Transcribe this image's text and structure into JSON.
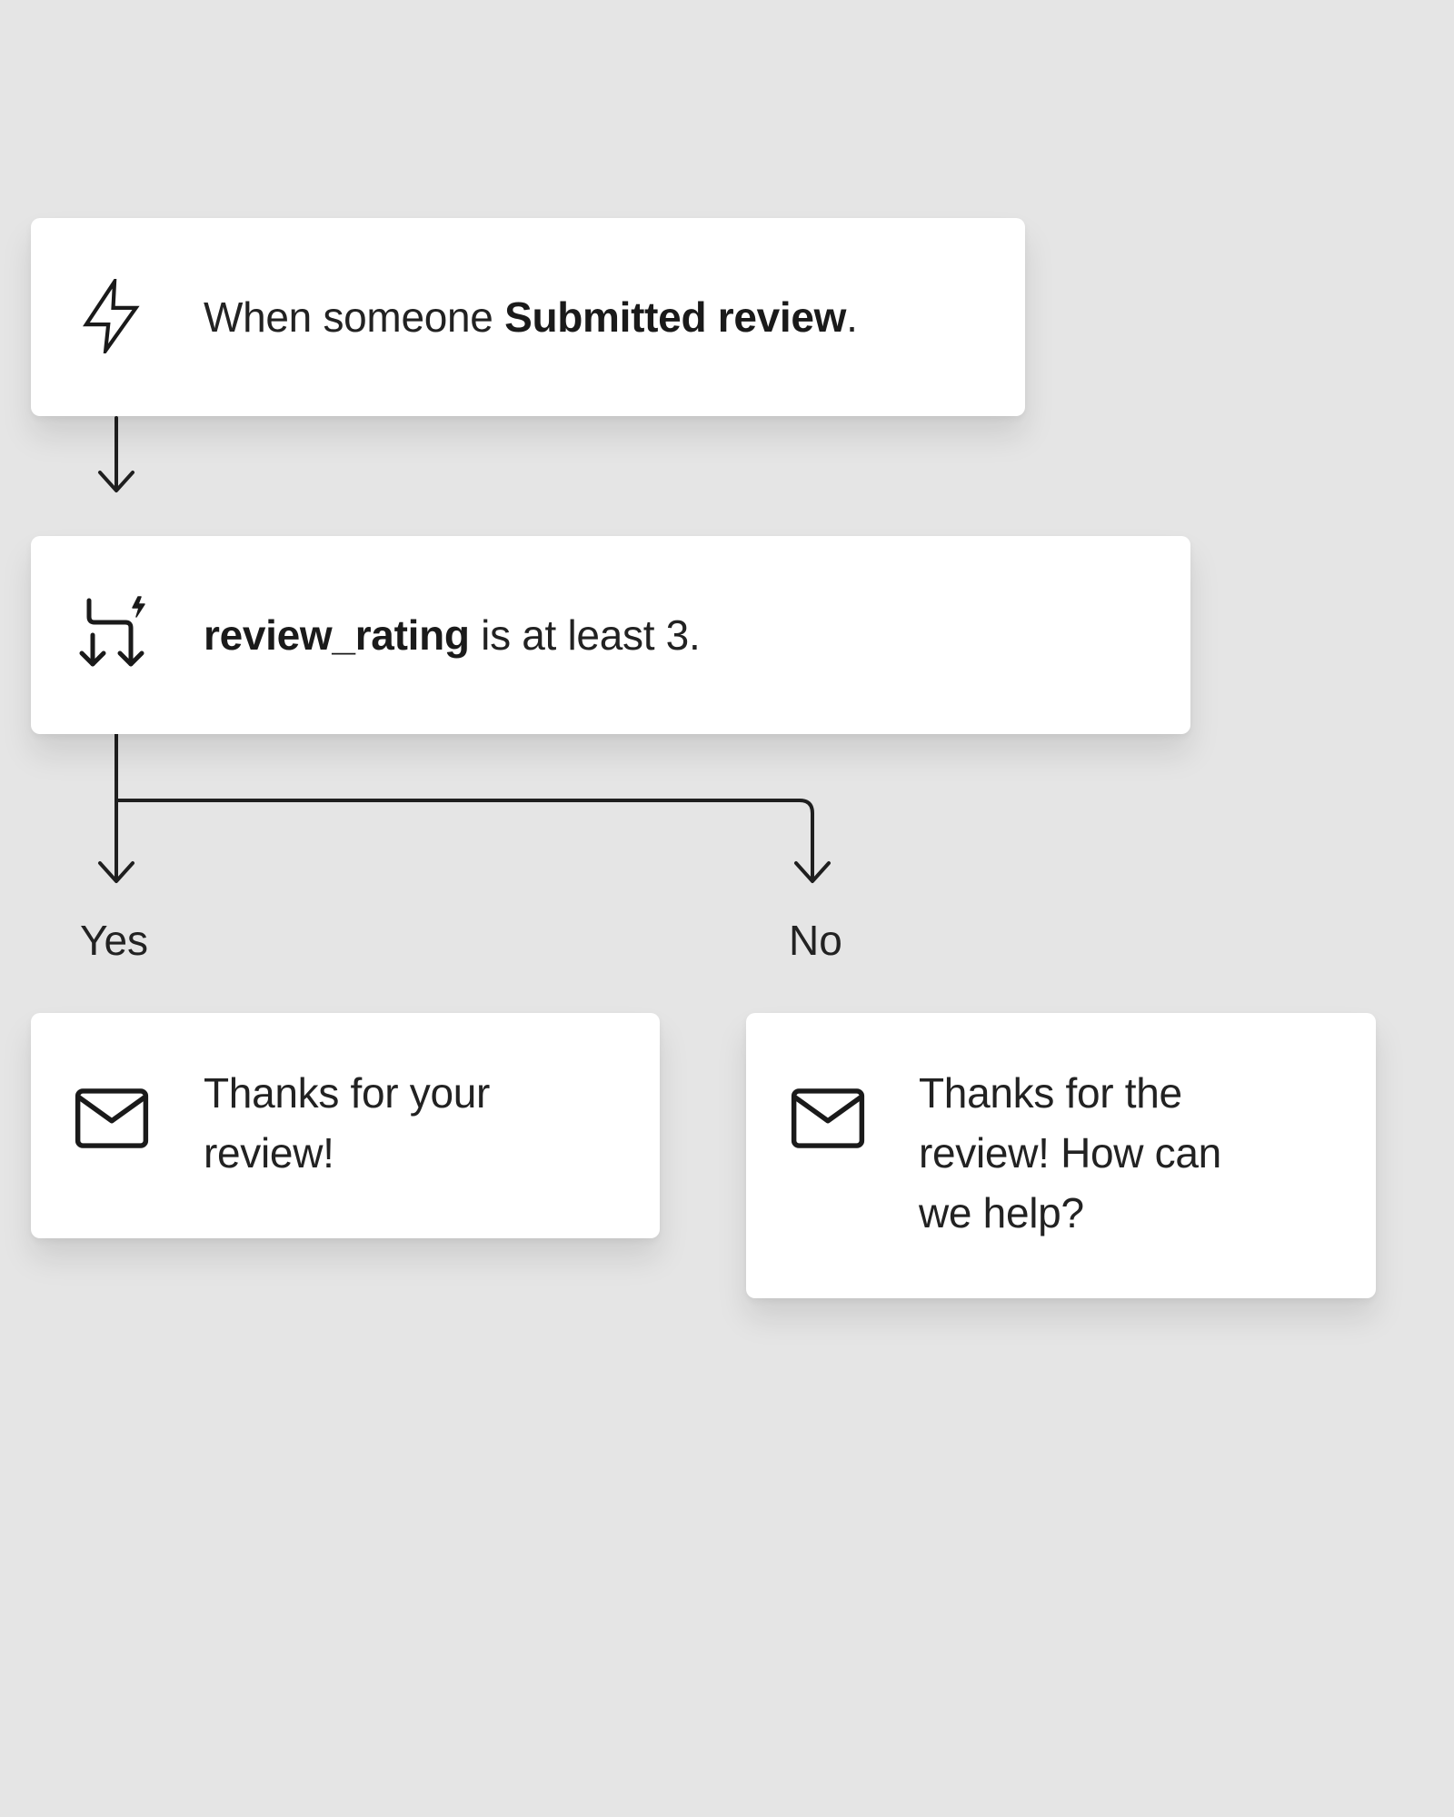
{
  "trigger": {
    "icon": "lightning-icon",
    "prefix": "When someone ",
    "event": "Submitted review",
    "suffix": "."
  },
  "condition": {
    "icon": "conditional-split-icon",
    "property": "review_rating",
    "rule": " is at least 3."
  },
  "branches": {
    "yes": {
      "label": "Yes",
      "icon": "email-icon",
      "message_line1": "Thanks for your",
      "message_line2": "review!"
    },
    "no": {
      "label": "No",
      "icon": "email-icon",
      "message_line1": "Thanks for the",
      "message_line2": "review! How can",
      "message_line3": "we help?"
    }
  }
}
